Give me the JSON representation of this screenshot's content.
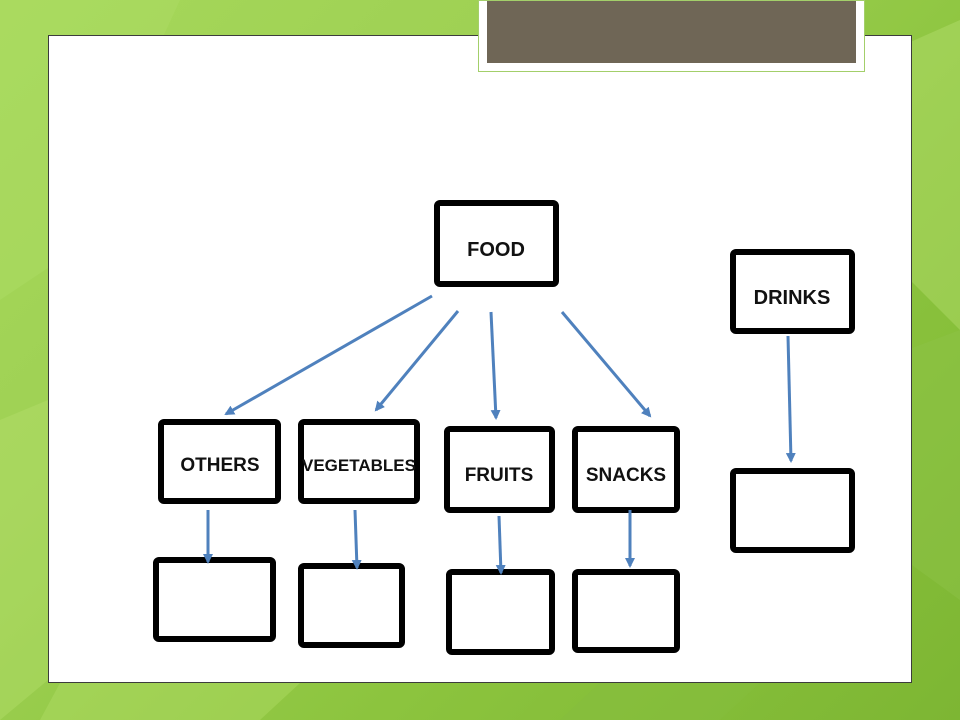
{
  "slide": {
    "background_color": "#9fd154",
    "panel_color": "#ffffff",
    "title_tab_color": "#6f6656"
  },
  "diagram": {
    "root": {
      "label": "FOOD"
    },
    "standalone": {
      "label": "DRINKS"
    },
    "categories": [
      {
        "label": "OTHERS"
      },
      {
        "label": "VEGETABLES"
      },
      {
        "label": "FRUITS"
      },
      {
        "label": "SNACKS"
      }
    ],
    "answer_boxes": [
      "",
      "",
      "",
      "",
      ""
    ],
    "arrow_color": "#4f81bd",
    "box_border_color": "#000000"
  }
}
